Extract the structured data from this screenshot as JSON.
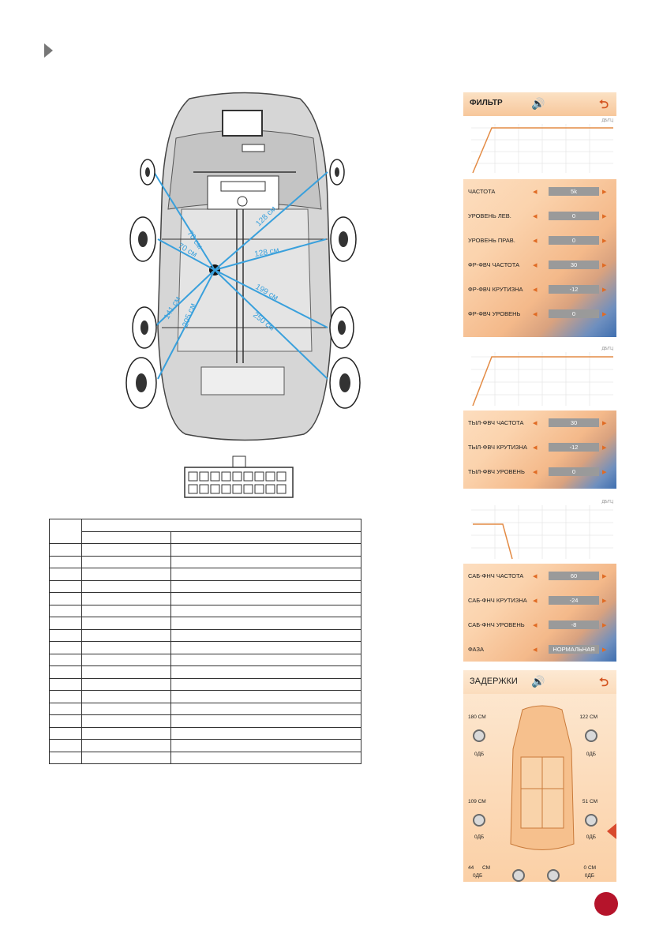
{
  "diagram": {
    "dims": [
      "70 см",
      "70 см",
      "128 см",
      "128 см",
      "199 см",
      "141 см",
      "205 см",
      "250 см"
    ]
  },
  "filter": {
    "title": "ФИЛЬТР",
    "graph_label": "ДБ/ГЦ",
    "rows1": [
      {
        "label": "ЧАСТОТА",
        "value": "5k"
      },
      {
        "label": "УРОВЕНЬ ЛЕВ.",
        "value": "0"
      },
      {
        "label": "УРОВЕНЬ ПРАВ.",
        "value": "0"
      },
      {
        "label": "ФР-ФВЧ ЧАСТОТА",
        "value": "30"
      },
      {
        "label": "ФР-ФВЧ КРУТИЗНА",
        "value": "-12"
      },
      {
        "label": "ФР-ФВЧ УРОВЕНЬ",
        "value": "0"
      }
    ],
    "rows2": [
      {
        "label": "ТЫЛ-ФВЧ ЧАСТОТА",
        "value": "30"
      },
      {
        "label": "ТЫЛ-ФВЧ КРУТИЗНА",
        "value": "-12"
      },
      {
        "label": "ТЫЛ-ФВЧ УРОВЕНЬ",
        "value": "0"
      }
    ],
    "rows3": [
      {
        "label": "САБ-ФНЧ ЧАСТОТА",
        "value": "60"
      },
      {
        "label": "САБ-ФНЧ КРУТИЗНА",
        "value": "-24"
      },
      {
        "label": "САБ-ФНЧ УРОВЕНЬ",
        "value": "-8"
      },
      {
        "label": "ФАЗА",
        "value": "НОРМАЛЬНАЯ"
      }
    ]
  },
  "delay": {
    "title": "ЗАДЕРЖКИ",
    "fl": "180 СМ",
    "fr": "122 СМ",
    "rl": "109 СМ",
    "rr": "51 СМ",
    "sl": "44",
    "sl_unit": "СМ",
    "sr": "0 СМ",
    "db": "0ДБ"
  }
}
